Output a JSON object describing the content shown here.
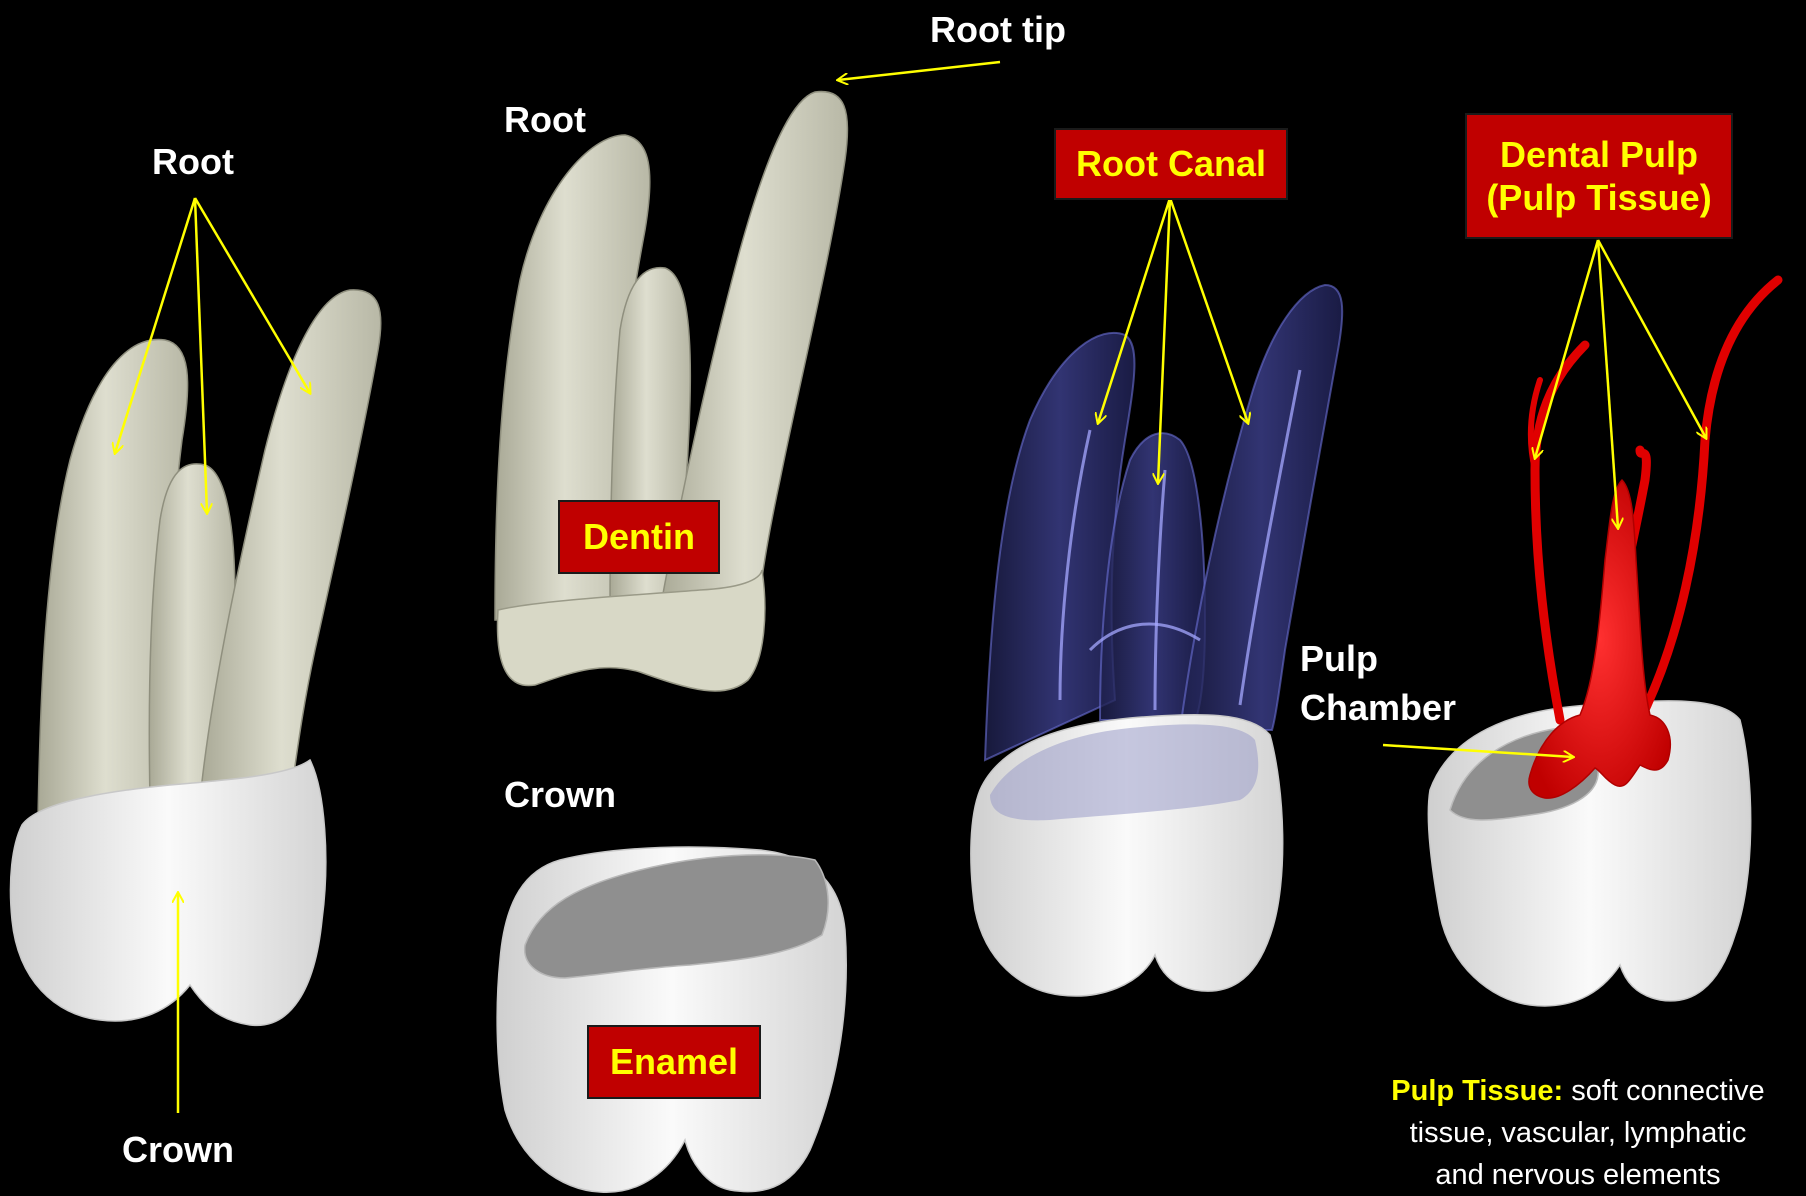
{
  "colors": {
    "background": "#000000",
    "arrow": "#ffff00",
    "label_box": "#c00000",
    "label_box_text": "#ffff00",
    "label_text": "#ffffff",
    "root_dentin": "#dcdccb",
    "crown_enamel": "#f2f2f2",
    "canal_translucent": "#6b6fd6",
    "pulp": "#e00000"
  },
  "panel1": {
    "root_label": "Root",
    "crown_label": "Crown"
  },
  "panel2": {
    "root_tip_label": "Root tip",
    "root_label": "Root",
    "dentin_box": "Dentin",
    "crown_label": "Crown",
    "enamel_box": "Enamel"
  },
  "panel3": {
    "root_canal_box": "Root Canal"
  },
  "panel4": {
    "dental_pulp_line1": "Dental Pulp",
    "dental_pulp_line2": "(Pulp Tissue)",
    "pulp_chamber_line1": "Pulp",
    "pulp_chamber_line2": "Chamber"
  },
  "note": {
    "term": "Pulp Tissue:",
    "line1_rest": " soft connective",
    "line2": "tissue, vascular, lymphatic",
    "line3": "and nervous elements"
  }
}
